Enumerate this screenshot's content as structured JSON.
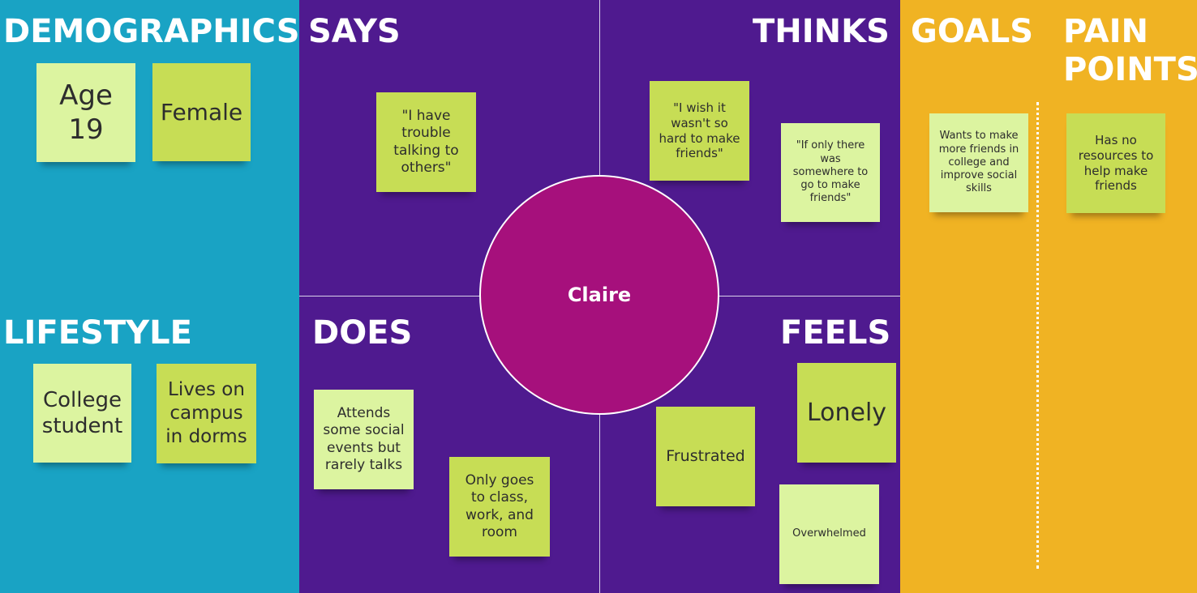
{
  "colors": {
    "demographics_bg": "#19a3c4",
    "empathy_bg": "#4f1a8f",
    "goals_bg": "#f0b323",
    "persona_circle": "#a6107c",
    "sticky_light": "#dcf4a0",
    "sticky_mid": "#c7dd55"
  },
  "left": {
    "demographics_title": "DEMOGRAPHICS",
    "age_note": "Age 19",
    "gender_note": "Female",
    "lifestyle_title": "LIFESTYLE",
    "occupation_note": "College student",
    "residence_note": "Lives on campus in dorms"
  },
  "center": {
    "persona_name": "Claire",
    "says": {
      "title": "SAYS",
      "notes": [
        "\"I have trouble talking to others\""
      ]
    },
    "thinks": {
      "title": "THINKS",
      "notes": [
        "\"I wish it wasn't so hard to make friends\"",
        "\"If only there was somewhere to go to make friends\""
      ]
    },
    "does": {
      "title": "DOES",
      "notes": [
        "Attends some social events but rarely talks",
        "Only goes to class, work, and room"
      ]
    },
    "feels": {
      "title": "FEELS",
      "notes": [
        "Lonely",
        "Frustrated",
        "Overwhelmed"
      ]
    }
  },
  "right": {
    "goals_title": "GOALS",
    "goals_note": "Wants to make more friends in college and improve social skills",
    "pain_points_title": "PAIN POINTS",
    "pain_points_note": "Has no resources to help make friends"
  }
}
